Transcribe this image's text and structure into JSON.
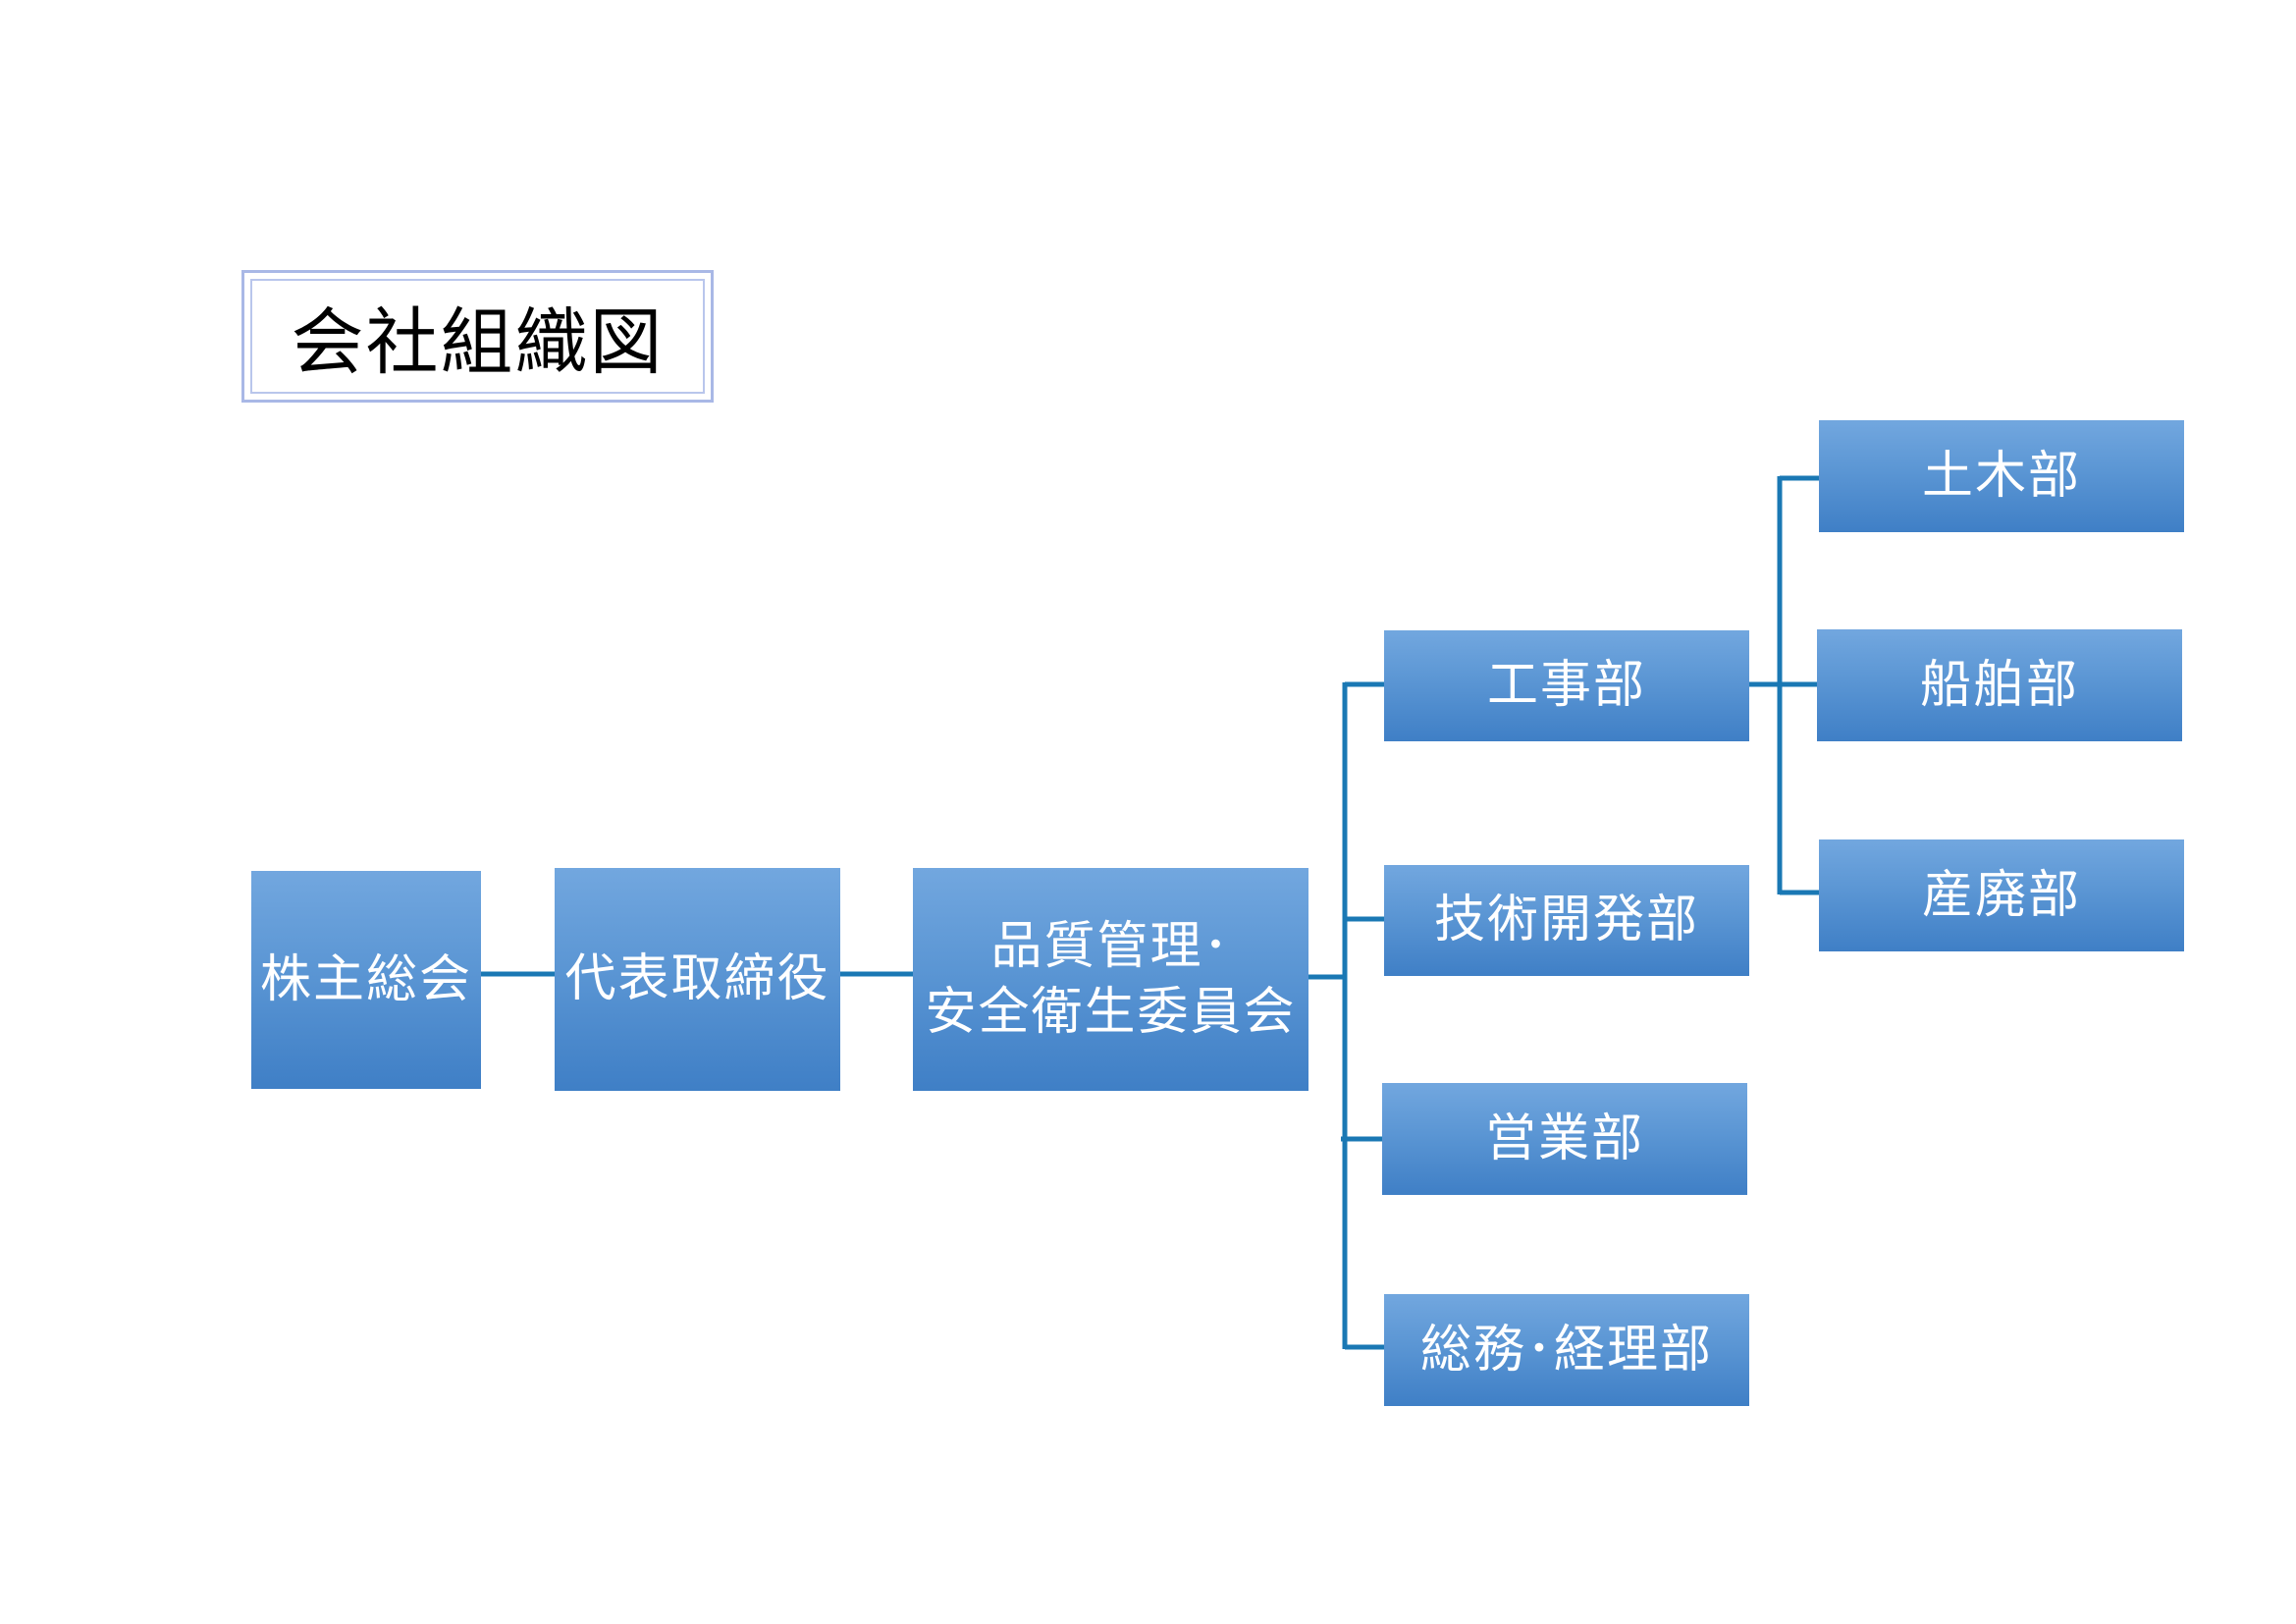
{
  "title": "会社組織図",
  "nodes": {
    "shareholders": "株主総会",
    "representative": "代表取締役",
    "quality_committee": "品質管理･\n安全衛生委員会",
    "construction": "工事部",
    "tech_dev": "技術開発部",
    "sales": "営業部",
    "general_affairs": "総務･経理部",
    "civil": "土木部",
    "marine": "船舶部",
    "waste": "産廃部"
  },
  "colors": {
    "node_top": "#72a7df",
    "node_bottom": "#3f7fc6",
    "connector": "#1a78b4",
    "node_text": "#ffffff",
    "title_border": "#a9b8e6"
  }
}
